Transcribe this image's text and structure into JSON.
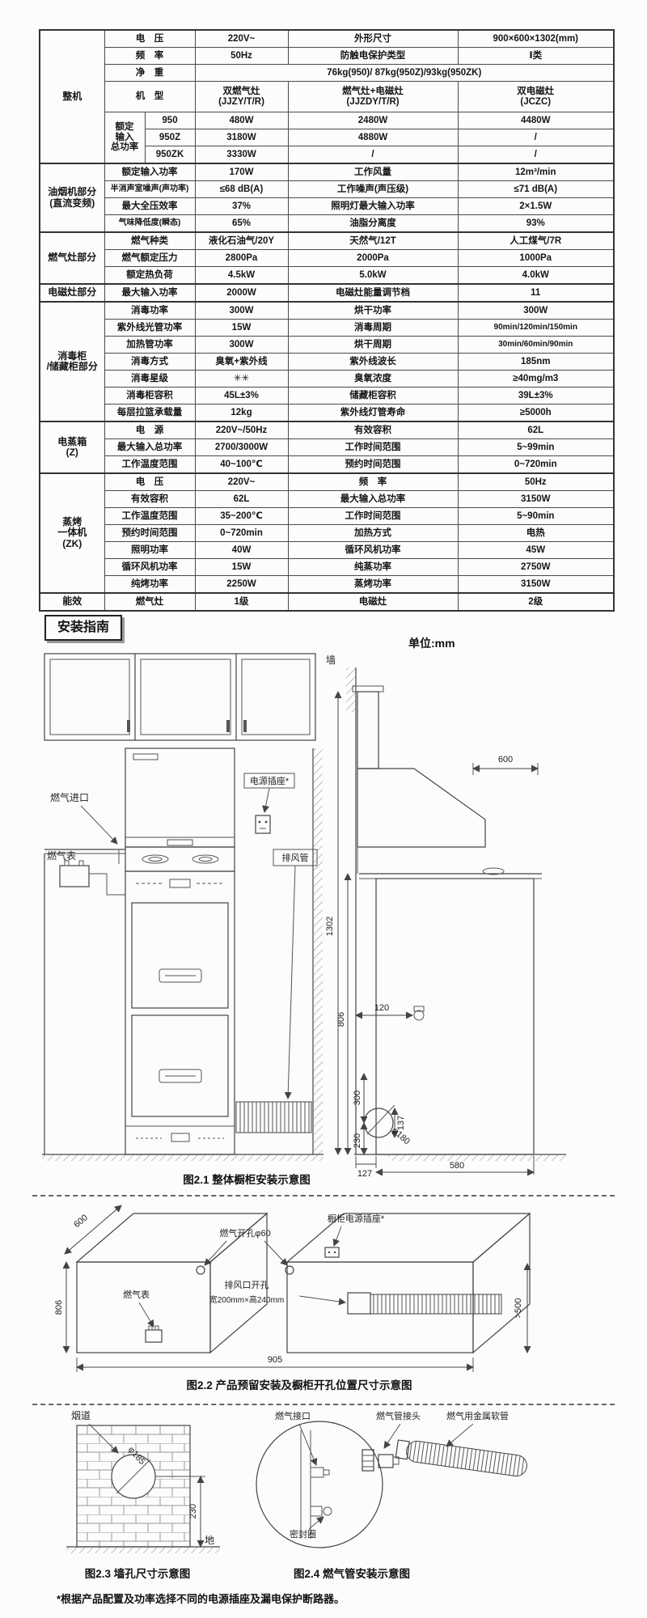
{
  "spec_table": {
    "rows": [
      {
        "sec": true,
        "cells": [
          {
            "t": "整机",
            "cls": "g",
            "rs": 7
          },
          {
            "t": "电　压",
            "cs": 2,
            "cls": "l"
          },
          {
            "t": "220V~"
          },
          {
            "t": "外形尺寸",
            "cls": "l"
          },
          {
            "t": "900×600×1302(mm)"
          }
        ]
      },
      {
        "cells": [
          {
            "t": "频　率",
            "cs": 2,
            "cls": "l"
          },
          {
            "t": "50Hz"
          },
          {
            "t": "防触电保护类型",
            "cls": "l"
          },
          {
            "t": "Ⅰ类"
          }
        ]
      },
      {
        "cells": [
          {
            "t": "净　重",
            "cs": 2,
            "cls": "l"
          },
          {
            "t": "76kg(950)/ 87kg(950Z)/93kg(950ZK)",
            "cs": 3
          }
        ]
      },
      {
        "tall": true,
        "cells": [
          {
            "t": "机　型",
            "cs": 2,
            "cls": "l"
          },
          {
            "t": "双燃气灶\n(JJZY/T/R)"
          },
          {
            "t": "燃气灶+电磁灶\n(JJZDY/T/R)"
          },
          {
            "t": "双电磁灶\n(JCZC)"
          }
        ]
      },
      {
        "cells": [
          {
            "t": "额定\n输入\n总功率",
            "rs": 3,
            "cls": "l"
          },
          {
            "t": "950",
            "cls": "l"
          },
          {
            "t": "480W"
          },
          {
            "t": "2480W"
          },
          {
            "t": "4480W"
          }
        ]
      },
      {
        "cells": [
          {
            "t": "950Z",
            "cls": "l"
          },
          {
            "t": "3180W"
          },
          {
            "t": "4880W"
          },
          {
            "t": "/"
          }
        ]
      },
      {
        "cells": [
          {
            "t": "950ZK",
            "cls": "l"
          },
          {
            "t": "3330W"
          },
          {
            "t": "/"
          },
          {
            "t": "/"
          }
        ]
      },
      {
        "sec": true,
        "cells": [
          {
            "t": "油烟机部分\n(直流变频)",
            "cls": "g",
            "rs": 4
          },
          {
            "t": "额定输入功率",
            "cs": 2,
            "cls": "l"
          },
          {
            "t": "170W"
          },
          {
            "t": "工作风量",
            "cls": "l"
          },
          {
            "t": "12m³/min"
          }
        ]
      },
      {
        "cells": [
          {
            "t": "半消声室噪声(声功率)",
            "cs": 2,
            "cls": "l sm"
          },
          {
            "t": "≤68 dB(A)"
          },
          {
            "t": "工作噪声(声压级)",
            "cls": "l"
          },
          {
            "t": "≤71 dB(A)"
          }
        ]
      },
      {
        "cells": [
          {
            "t": "最大全压效率",
            "cs": 2,
            "cls": "l"
          },
          {
            "t": "37%"
          },
          {
            "t": "照明灯最大输入功率",
            "cls": "l"
          },
          {
            "t": "2×1.5W"
          }
        ]
      },
      {
        "cells": [
          {
            "t": "气味降低度(瞬态)",
            "cs": 2,
            "cls": "l sm"
          },
          {
            "t": "65%"
          },
          {
            "t": "油脂分离度",
            "cls": "l"
          },
          {
            "t": "93%"
          }
        ]
      },
      {
        "sec": true,
        "cells": [
          {
            "t": "燃气灶部分",
            "cls": "g",
            "rs": 3
          },
          {
            "t": "燃气种类",
            "cs": 2,
            "cls": "l"
          },
          {
            "t": "液化石油气/20Y"
          },
          {
            "t": "天然气/12T"
          },
          {
            "t": "人工煤气/7R"
          }
        ]
      },
      {
        "cells": [
          {
            "t": "燃气额定压力",
            "cs": 2,
            "cls": "l"
          },
          {
            "t": "2800Pa"
          },
          {
            "t": "2000Pa"
          },
          {
            "t": "1000Pa"
          }
        ]
      },
      {
        "cells": [
          {
            "t": "额定热负荷",
            "cs": 2,
            "cls": "l"
          },
          {
            "t": "4.5kW"
          },
          {
            "t": "5.0kW"
          },
          {
            "t": "4.0kW"
          }
        ]
      },
      {
        "sec": true,
        "cells": [
          {
            "t": "电磁灶部分",
            "cls": "g"
          },
          {
            "t": "最大输入功率",
            "cs": 2,
            "cls": "l"
          },
          {
            "t": "2000W"
          },
          {
            "t": "电磁灶能量调节档",
            "cls": "l"
          },
          {
            "t": "11"
          }
        ]
      },
      {
        "sec": true,
        "cells": [
          {
            "t": "消毒柜\n/储藏柜部分",
            "cls": "g",
            "rs": 7
          },
          {
            "t": "消毒功率",
            "cs": 2,
            "cls": "l"
          },
          {
            "t": "300W"
          },
          {
            "t": "烘干功率",
            "cls": "l"
          },
          {
            "t": "300W"
          }
        ]
      },
      {
        "cells": [
          {
            "t": "紫外线光管功率",
            "cs": 2,
            "cls": "l"
          },
          {
            "t": "15W"
          },
          {
            "t": "消毒周期",
            "cls": "l"
          },
          {
            "t": "90min/120min/150min",
            "cls": "sm"
          }
        ]
      },
      {
        "cells": [
          {
            "t": "加热管功率",
            "cs": 2,
            "cls": "l"
          },
          {
            "t": "300W"
          },
          {
            "t": "烘干周期",
            "cls": "l"
          },
          {
            "t": "30min/60min/90min",
            "cls": "sm"
          }
        ]
      },
      {
        "cells": [
          {
            "t": "消毒方式",
            "cs": 2,
            "cls": "l"
          },
          {
            "t": "臭氧+紫外线"
          },
          {
            "t": "紫外线波长",
            "cls": "l"
          },
          {
            "t": "185nm"
          }
        ]
      },
      {
        "cells": [
          {
            "t": "消毒星级",
            "cs": 2,
            "cls": "l"
          },
          {
            "t": "✳✳"
          },
          {
            "t": "臭氧浓度",
            "cls": "l"
          },
          {
            "t": "≥40mg/m3"
          }
        ]
      },
      {
        "cells": [
          {
            "t": "消毒柜容积",
            "cs": 2,
            "cls": "l"
          },
          {
            "t": "45L±3%"
          },
          {
            "t": "储藏柜容积",
            "cls": "l"
          },
          {
            "t": "39L±3%"
          }
        ]
      },
      {
        "cells": [
          {
            "t": "每层拉篮承载量",
            "cs": 2,
            "cls": "l"
          },
          {
            "t": "12kg"
          },
          {
            "t": "紫外线灯管寿命",
            "cls": "l"
          },
          {
            "t": "≥5000h"
          }
        ]
      },
      {
        "sec": true,
        "cells": [
          {
            "t": "电蒸箱\n(Z)",
            "cls": "g",
            "rs": 3
          },
          {
            "t": "电　源",
            "cs": 2,
            "cls": "l"
          },
          {
            "t": "220V~/50Hz"
          },
          {
            "t": "有效容积",
            "cls": "l"
          },
          {
            "t": "62L"
          }
        ]
      },
      {
        "cells": [
          {
            "t": "最大输入总功率",
            "cs": 2,
            "cls": "l"
          },
          {
            "t": "2700/3000W"
          },
          {
            "t": "工作时间范围",
            "cls": "l"
          },
          {
            "t": "5~99min"
          }
        ]
      },
      {
        "cells": [
          {
            "t": "工作温度范围",
            "cs": 2,
            "cls": "l"
          },
          {
            "t": "40~100℃"
          },
          {
            "t": "预约时间范围",
            "cls": "l"
          },
          {
            "t": "0~720min"
          }
        ]
      },
      {
        "sec": true,
        "cells": [
          {
            "t": "蒸烤\n一体机\n(ZK)",
            "cls": "g",
            "rs": 7
          },
          {
            "t": "电　压",
            "cs": 2,
            "cls": "l"
          },
          {
            "t": "220V~"
          },
          {
            "t": "频　率",
            "cls": "l"
          },
          {
            "t": "50Hz"
          }
        ]
      },
      {
        "cells": [
          {
            "t": "有效容积",
            "cs": 2,
            "cls": "l"
          },
          {
            "t": "62L"
          },
          {
            "t": "最大输入总功率",
            "cls": "l"
          },
          {
            "t": "3150W"
          }
        ]
      },
      {
        "cells": [
          {
            "t": "工作温度范围",
            "cs": 2,
            "cls": "l"
          },
          {
            "t": "35~200℃"
          },
          {
            "t": "工作时间范围",
            "cls": "l"
          },
          {
            "t": "5~90min"
          }
        ]
      },
      {
        "cells": [
          {
            "t": "预约时间范围",
            "cs": 2,
            "cls": "l"
          },
          {
            "t": "0~720min"
          },
          {
            "t": "加热方式",
            "cls": "l"
          },
          {
            "t": "电热"
          }
        ]
      },
      {
        "cells": [
          {
            "t": "照明功率",
            "cs": 2,
            "cls": "l"
          },
          {
            "t": "40W"
          },
          {
            "t": "循环风机功率",
            "cls": "l"
          },
          {
            "t": "45W"
          }
        ]
      },
      {
        "cells": [
          {
            "t": "循环风机功率",
            "cs": 2,
            "cls": "l"
          },
          {
            "t": "15W"
          },
          {
            "t": "纯蒸功率",
            "cls": "l"
          },
          {
            "t": "2750W"
          }
        ]
      },
      {
        "cells": [
          {
            "t": "纯烤功率",
            "cs": 2,
            "cls": "l"
          },
          {
            "t": "2250W"
          },
          {
            "t": "蒸烤功率",
            "cls": "l"
          },
          {
            "t": "3150W"
          }
        ]
      },
      {
        "sec": true,
        "cells": [
          {
            "t": "能效",
            "cls": "g"
          },
          {
            "t": "燃气灶",
            "cs": 2,
            "cls": "l"
          },
          {
            "t": "1级"
          },
          {
            "t": "电磁灶",
            "cls": "l"
          },
          {
            "t": "2级"
          }
        ]
      }
    ]
  },
  "install_guide": {
    "title": "安装指南",
    "unit": "单位:mm",
    "fig1": {
      "caption": "图2.1 整体橱柜安装示意图",
      "gas_inlet": "燃气进口",
      "gas_meter": "燃气表",
      "power_outlet": "电源插座*",
      "exhaust_duct": "排风管",
      "wall": "墙",
      "dims": {
        "depth": "600",
        "height_total": "1302",
        "height_counter": "806",
        "d300": "300",
        "d230": "230",
        "d120": "120",
        "d137": "137",
        "hole": "φ180",
        "d127": "127",
        "cab_depth": "580"
      }
    },
    "fig2": {
      "caption": "图2.2 产品预留安装及橱柜开孔位置尺寸示意图",
      "d600": "600",
      "d806": "806",
      "gas_meter": "燃气表",
      "gas_hole": "燃气开孔φ60",
      "vent_line1": "排风口开孔",
      "vent_line2": "宽200mm×高240mm",
      "outlet": "橱柜电源插座*",
      "d500": ">500",
      "d905": "905"
    },
    "fig3": {
      "caption": "图2.3 墙孔尺寸示意图",
      "flue": "烟道",
      "hole": "φ185",
      "d230": "230",
      "ground": "地"
    },
    "fig4": {
      "caption": "图2.4 燃气管安装示意图",
      "gas_port": "燃气接口",
      "seal": "密封圈",
      "joint": "燃气管接头",
      "hose": "燃气用金属软管"
    },
    "footnote": "*根据产品配置及功率选择不同的电源插座及漏电保护断路器。"
  }
}
